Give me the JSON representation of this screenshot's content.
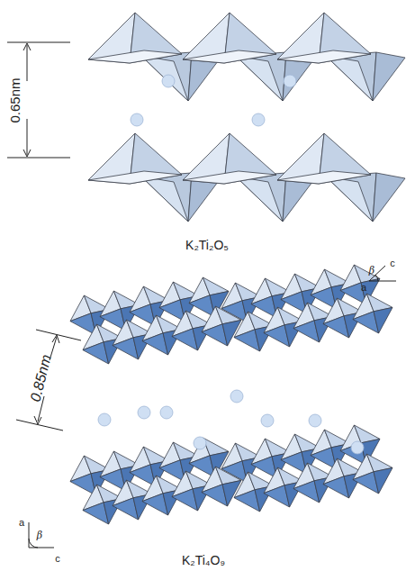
{
  "diagram": {
    "labels": [
      "0.65nm",
      "K₂Ti₂O₅",
      "β",
      "c",
      "a",
      "0.85nm",
      "a",
      "β",
      "c",
      "K₂Ti₄O₉"
    ]
  }
}
